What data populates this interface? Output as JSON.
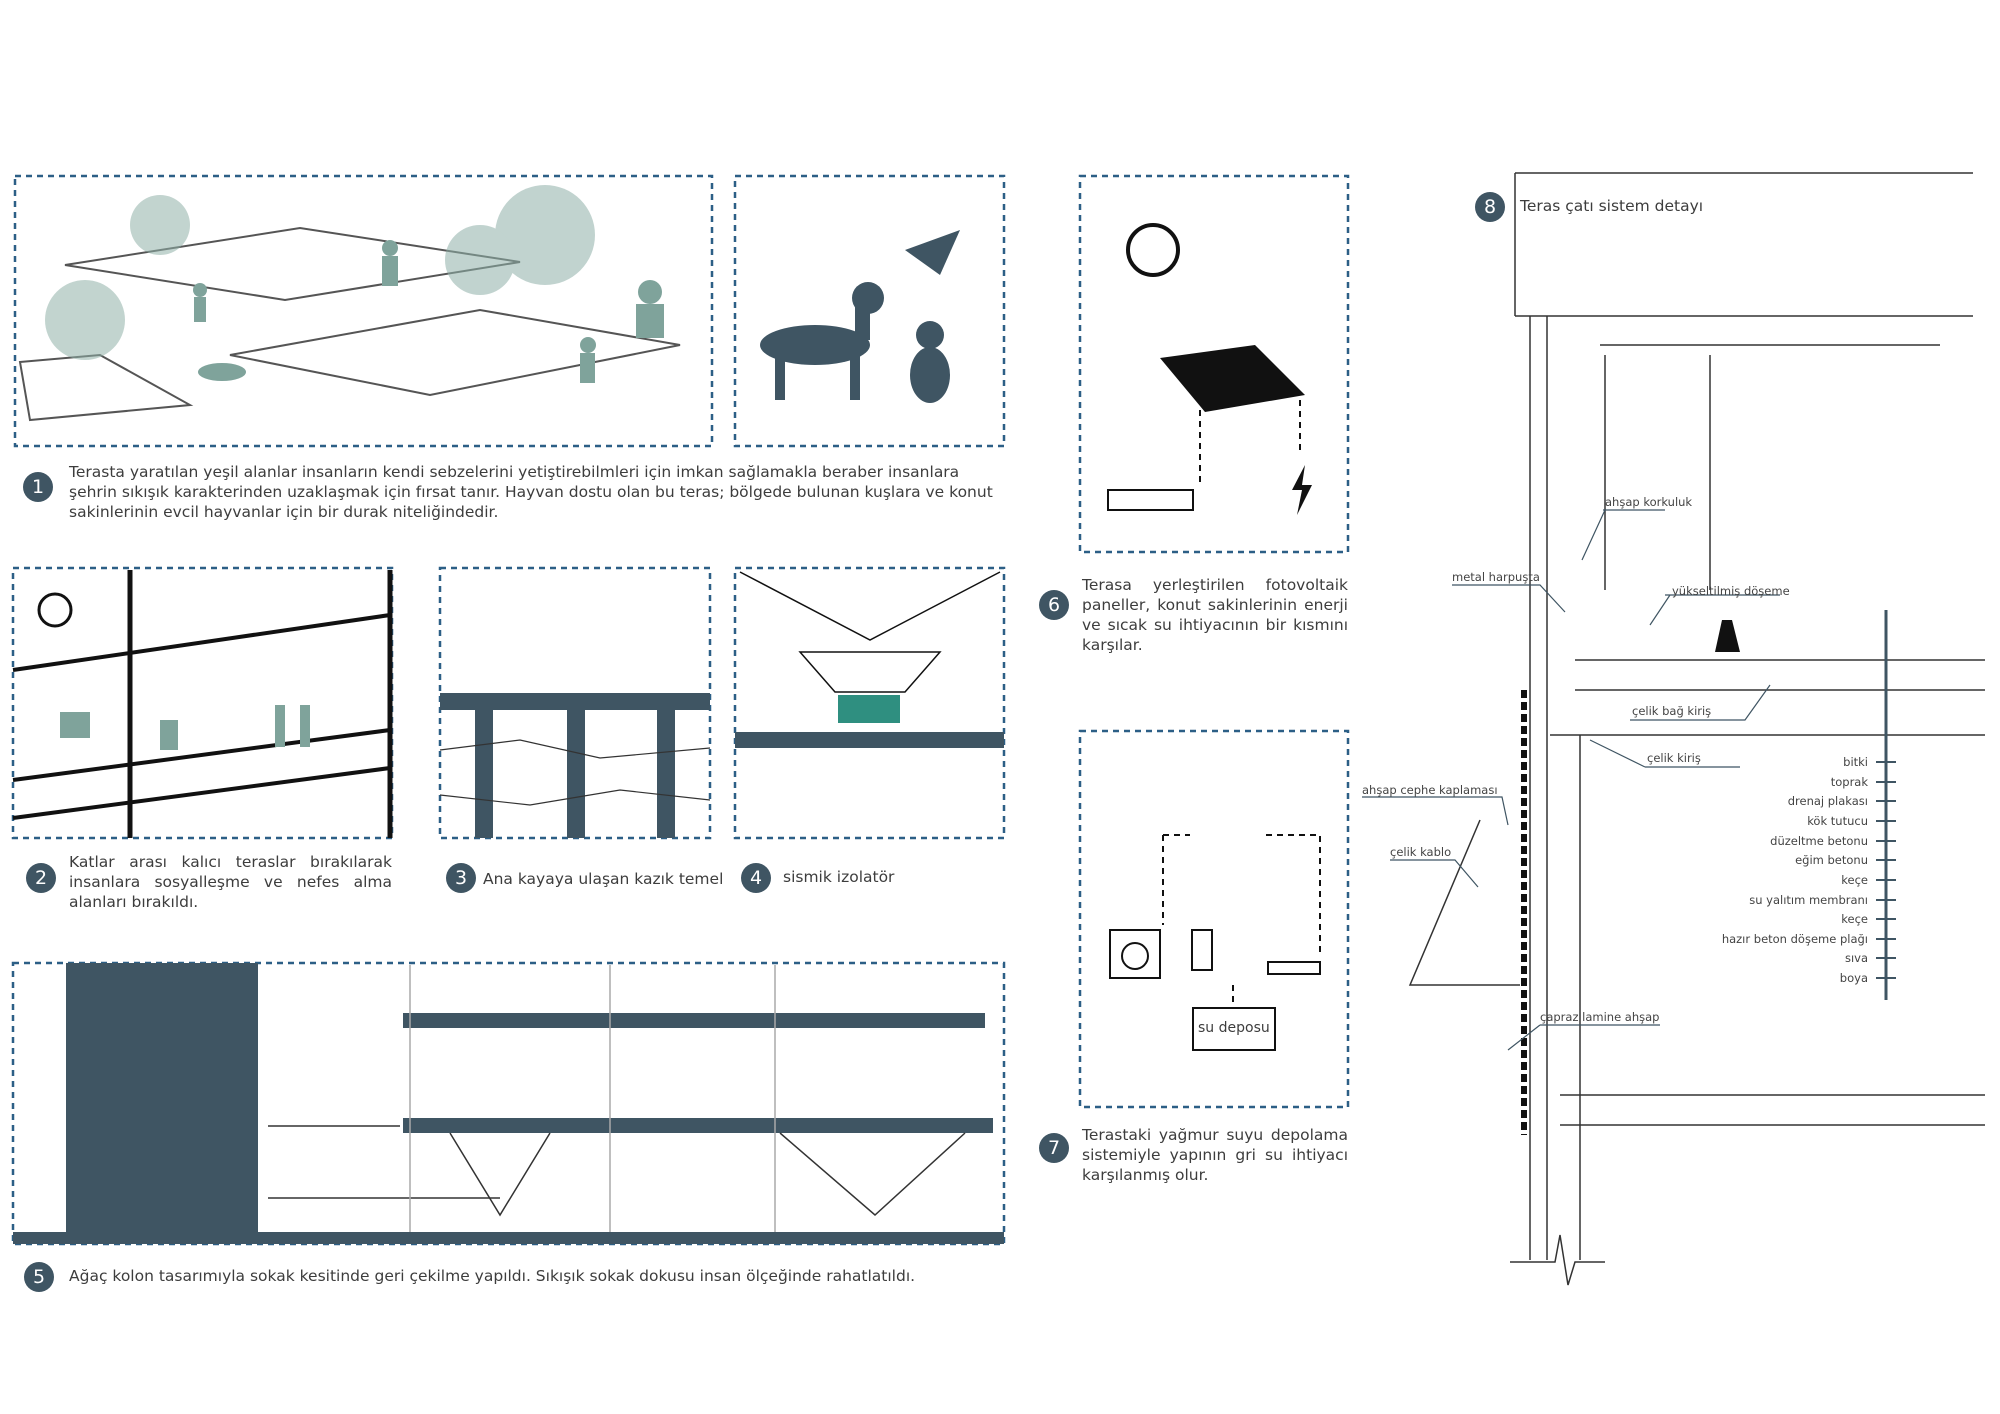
{
  "colors": {
    "accent": "#3f5563",
    "green": "#7fa39b",
    "dash": "#2c5f86"
  },
  "items": [
    {
      "n": "1",
      "text": "Terasta yaratılan yeşil alanlar insanların kendi sebzelerini yetiştirebilmleri için imkan sağlamakla beraber insanlara şehrin sıkışık karakterinden uzaklaşmak için fırsat tanır.  Hayvan dostu  olan bu teras;  bölgede bulunan  kuşlara ve konut  sakinlerinin evcil hayvanlar için bir durak niteliğindedir."
    },
    {
      "n": "2",
      "text": "Katlar arası kalıcı teraslar bırakılarak insanlara sosyalleşme ve nefes alma alanları bırakıldı."
    },
    {
      "n": "3",
      "text": "Ana kayaya ulaşan kazık temel"
    },
    {
      "n": "4",
      "text": "sismik izolatör"
    },
    {
      "n": "5",
      "text": "Ağaç kolon tasarımıyla sokak kesitinde geri çekilme yapıldı. Sıkışık sokak dokusu insan ölçeğinde rahatlatıldı."
    },
    {
      "n": "6",
      "text": "Terasa yerleştirilen fotovoltaik paneller, konut sakinlerinin enerji ve sıcak su ihtiyacının bir kısmını karşılar."
    },
    {
      "n": "7",
      "text": "Terastaki yağmur suyu depolama sistemiyle yapının gri su ihtiyacı karşılanmış olur."
    },
    {
      "n": "8",
      "text": "Teras çatı sistem detayı"
    }
  ],
  "water_tank": "su deposu",
  "detail_labels": {
    "railing": "ahşap korkuluk",
    "flashing": "metal harpuşta",
    "raised_floor": "yükseltilmiş döşeme",
    "tie_beam": "çelik bağ kiriş",
    "steel_beam": "çelik kiriş",
    "cladding": "ahşap cephe kaplaması",
    "cable": "çelik kablo",
    "clt": "çapraz lamine ahşap"
  },
  "layers": [
    "bitki",
    "toprak",
    "drenaj plakası",
    "kök tutucu",
    "düzeltme betonu",
    "eğim betonu",
    "keçe",
    "su yalıtım membranı",
    "keçe",
    "hazır beton döşeme plağı",
    "sıva",
    "boya"
  ]
}
